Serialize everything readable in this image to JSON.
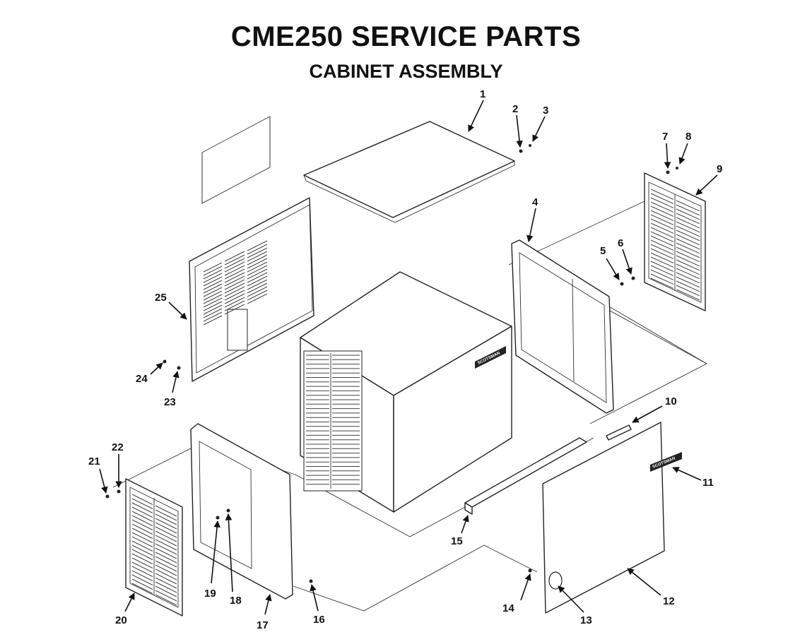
{
  "header": {
    "title": "CME250 SERVICE PARTS",
    "subtitle": "CABINET ASSEMBLY"
  },
  "callouts": {
    "c1": "1",
    "c2": "2",
    "c3": "3",
    "c4": "4",
    "c5": "5",
    "c6": "6",
    "c7": "7",
    "c8": "8",
    "c9": "9",
    "c10": "10",
    "c11": "11",
    "c12": "12",
    "c13": "13",
    "c14": "14",
    "c15": "15",
    "c16": "16",
    "c17": "17",
    "c18": "18",
    "c19": "19",
    "c20": "20",
    "c21": "21",
    "c22": "22",
    "c23": "23",
    "c24": "24",
    "c25": "25"
  },
  "badges": {
    "front_cabinet": "SCOTSMAN",
    "front_panel": "SCOTSMAN"
  }
}
